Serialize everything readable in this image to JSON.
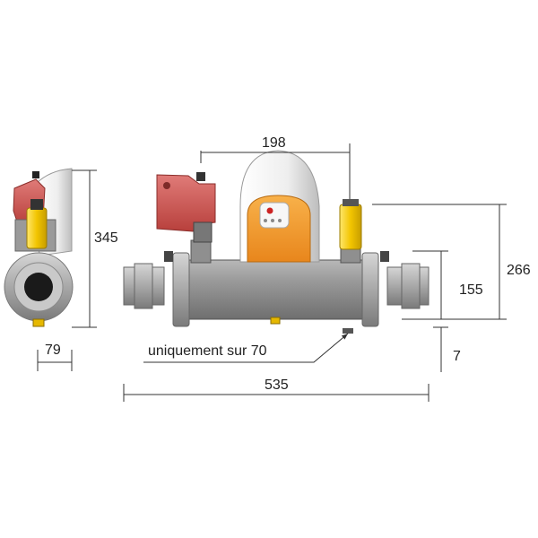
{
  "dimensions": {
    "top_width": "198",
    "side_height": "345",
    "side_width": "79",
    "right_total_height": "266",
    "right_pipe_height": "155",
    "right_bottom_offset": "7",
    "total_length": "535"
  },
  "annotation": {
    "note": "uniquement sur 70"
  },
  "colors": {
    "body_grey": "#8c8c8c",
    "pump_red": "#d9534f",
    "controller_orange": "#f39a2e",
    "fitting_yellow": "#f2c500",
    "line": "#333333"
  }
}
